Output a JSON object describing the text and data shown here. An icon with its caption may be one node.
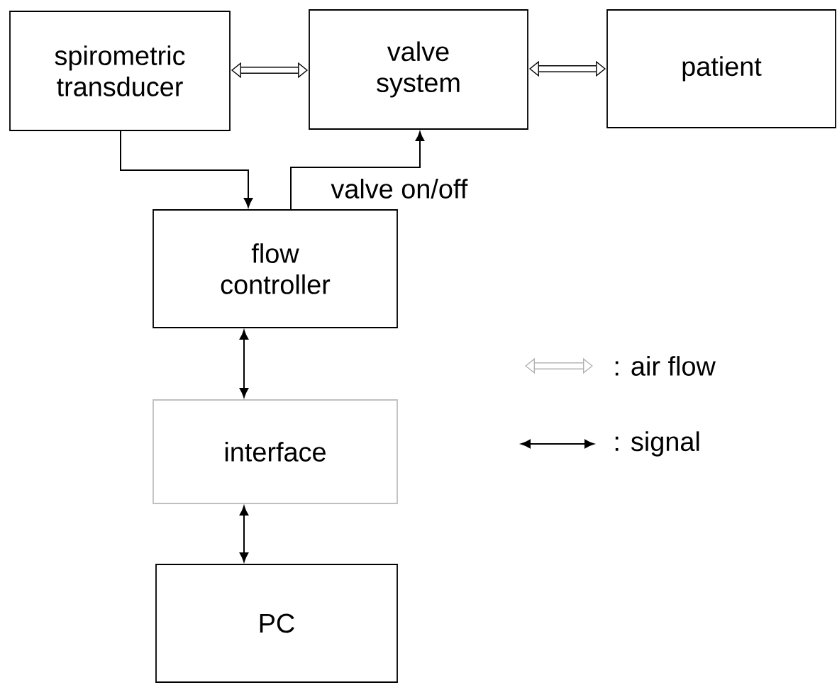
{
  "diagram": {
    "nodes": [
      {
        "text": [
          "spirometric transducer"
        ]
      },
      {
        "text": [
          "valve system"
        ]
      },
      {
        "text": [
          "patient"
        ]
      },
      {
        "text": [
          "flow controller"
        ]
      },
      {
        "text": [
          "interface"
        ]
      },
      {
        "text": [
          "PC"
        ]
      }
    ],
    "edges": [
      {
        "from": 0,
        "to": 1,
        "arrow": "both",
        "style": "thick"
      },
      {
        "from": 1,
        "to": 2,
        "arrow": "both",
        "style": "thick"
      },
      {
        "from": 0,
        "to": 3,
        "arrow": "to"
      },
      {
        "from": 3,
        "to": 1,
        "arrow": "to",
        "label": "valve on/off"
      },
      {
        "from": 3,
        "to": 4,
        "arrow": "both"
      },
      {
        "from": 4,
        "to": 5,
        "arrow": "both"
      }
    ],
    "legend": [
      {
        "text": ": air flow"
      },
      {
        "text": ": signal"
      }
    ]
  }
}
